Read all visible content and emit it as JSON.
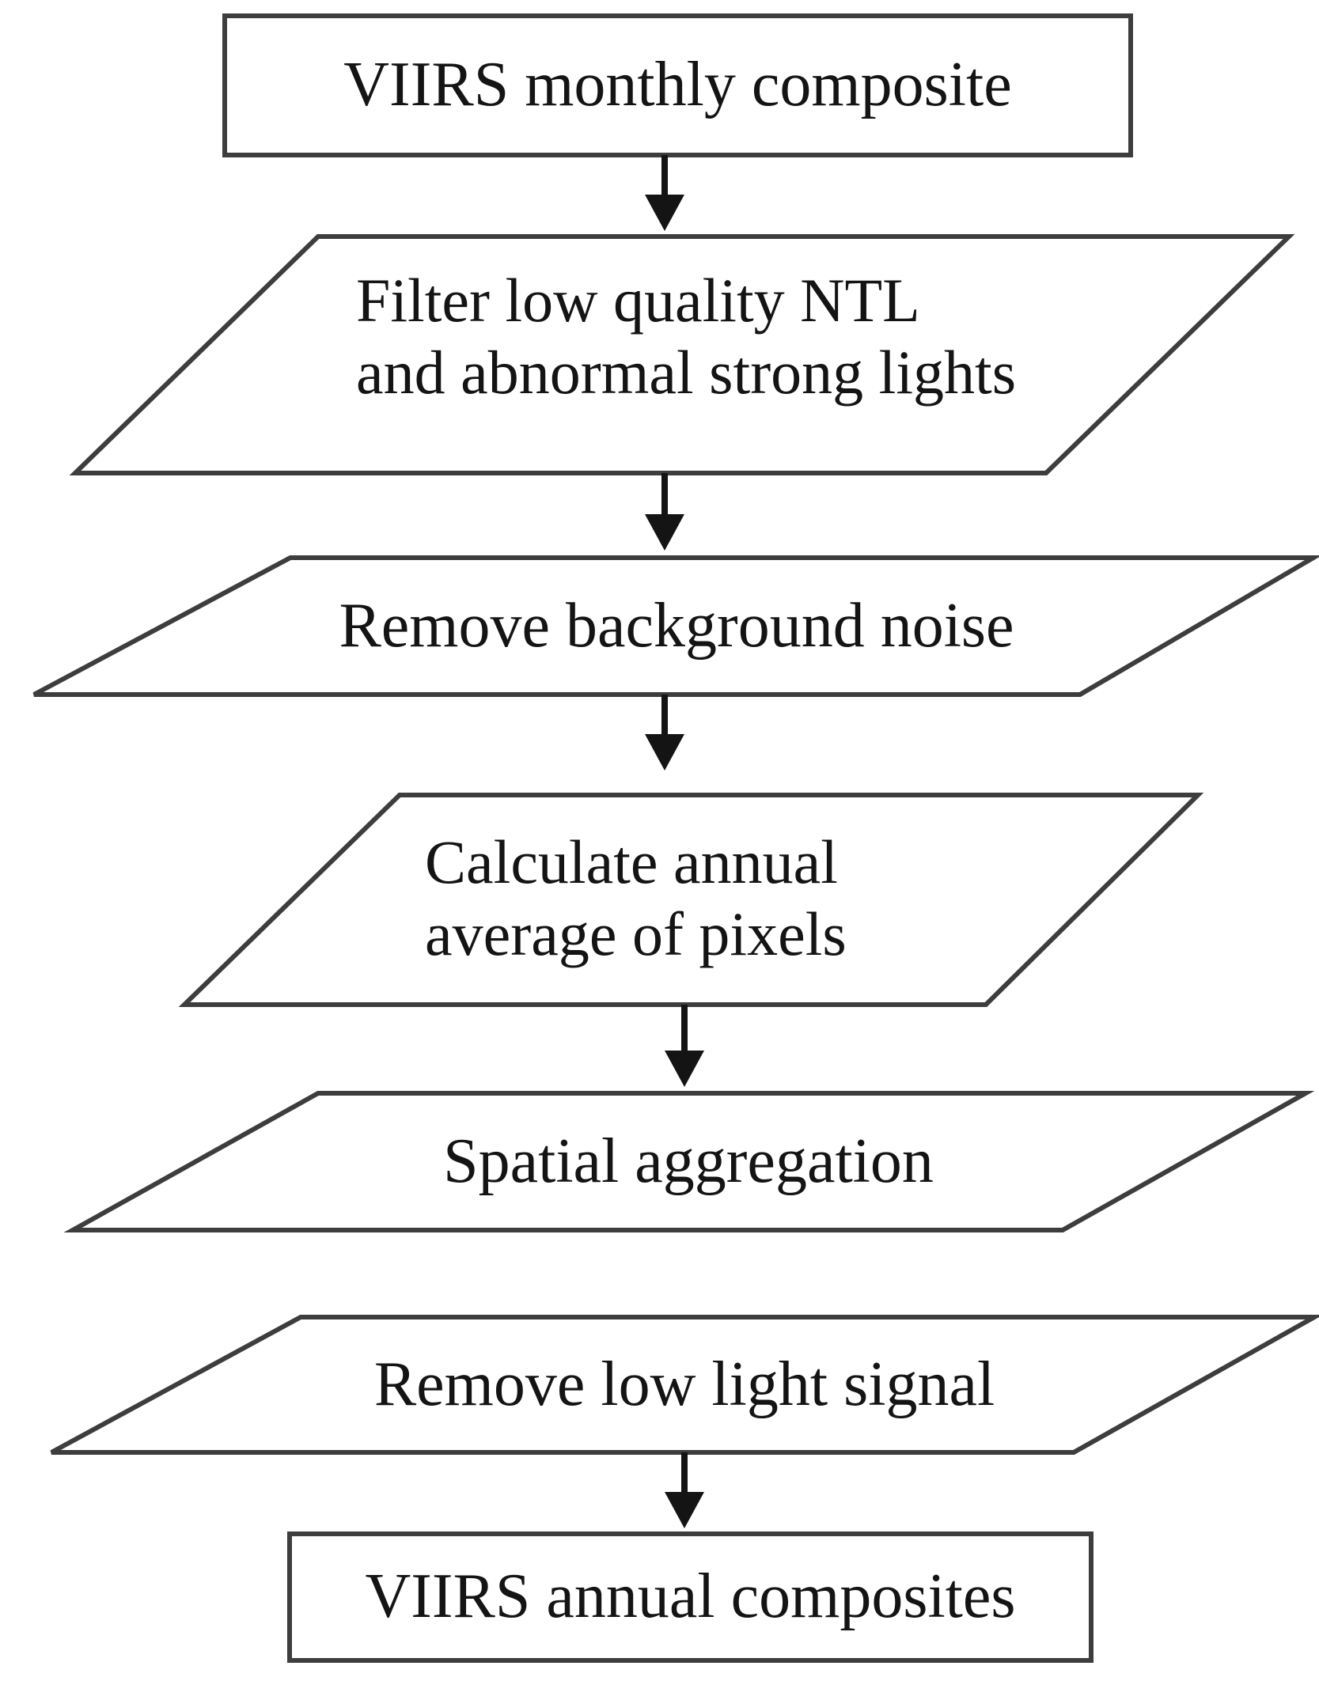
{
  "diagram": {
    "type": "flowchart",
    "background_color": "#ffffff",
    "stroke_color": "#3d3d3d",
    "arrow_color": "#141414",
    "text_color": "#141414",
    "nodes": [
      {
        "id": "start",
        "shape": "rectangle",
        "label": "VIIRS monthly composite"
      },
      {
        "id": "filter",
        "shape": "parallelogram",
        "label": "Filter low quality NTL\nand abnormal strong lights"
      },
      {
        "id": "background",
        "shape": "parallelogram",
        "label": "Remove background noise"
      },
      {
        "id": "average",
        "shape": "parallelogram",
        "label": "Calculate annual\naverage of pixels"
      },
      {
        "id": "aggregation",
        "shape": "parallelogram",
        "label": "Spatial aggregation"
      },
      {
        "id": "lowlight",
        "shape": "parallelogram",
        "label": "Remove low light signal"
      },
      {
        "id": "end",
        "shape": "rectangle",
        "label": "VIIRS annual composites"
      }
    ],
    "edges": [
      {
        "from": "start",
        "to": "filter",
        "arrow": true
      },
      {
        "from": "filter",
        "to": "background",
        "arrow": true
      },
      {
        "from": "background",
        "to": "average",
        "arrow": true
      },
      {
        "from": "average",
        "to": "aggregation",
        "arrow": true
      },
      {
        "from": "aggregation",
        "to": "lowlight",
        "arrow": false
      },
      {
        "from": "lowlight",
        "to": "end",
        "arrow": true
      }
    ]
  }
}
